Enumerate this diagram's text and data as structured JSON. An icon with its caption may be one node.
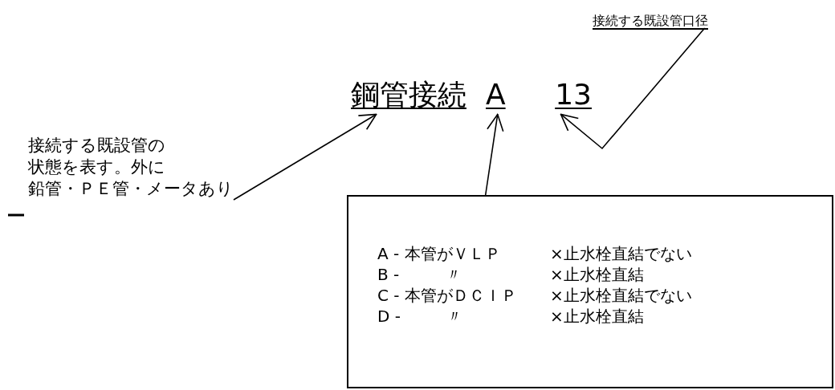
{
  "diagram": {
    "nodes": [
      {
        "text": [
          "鋼管接続"
        ]
      },
      {
        "text": [
          "A"
        ]
      },
      {
        "text": [
          "13"
        ]
      },
      {
        "text": [
          "接続する既設管口径"
        ]
      },
      {
        "text": [
          "接続する既設管の状態を表す。外に鉛管・ＰＥ管・メータあり"
        ]
      },
      {
        "text": [
          "A - 本管がＶＬＰ",
          "×止水栓直結でない",
          "B -         〃",
          "×止水栓直結",
          "C - 本管がＤＣＩＰ",
          "×止水栓直結でない",
          "D -         〃",
          "×止水栓直結"
        ]
      }
    ],
    "edges": [
      {
        "from": 4,
        "to": 0,
        "arrow": "to"
      },
      {
        "from": 5,
        "to": 1,
        "arrow": "to"
      },
      {
        "from": 3,
        "to": 2,
        "arrow": "to"
      }
    ]
  }
}
